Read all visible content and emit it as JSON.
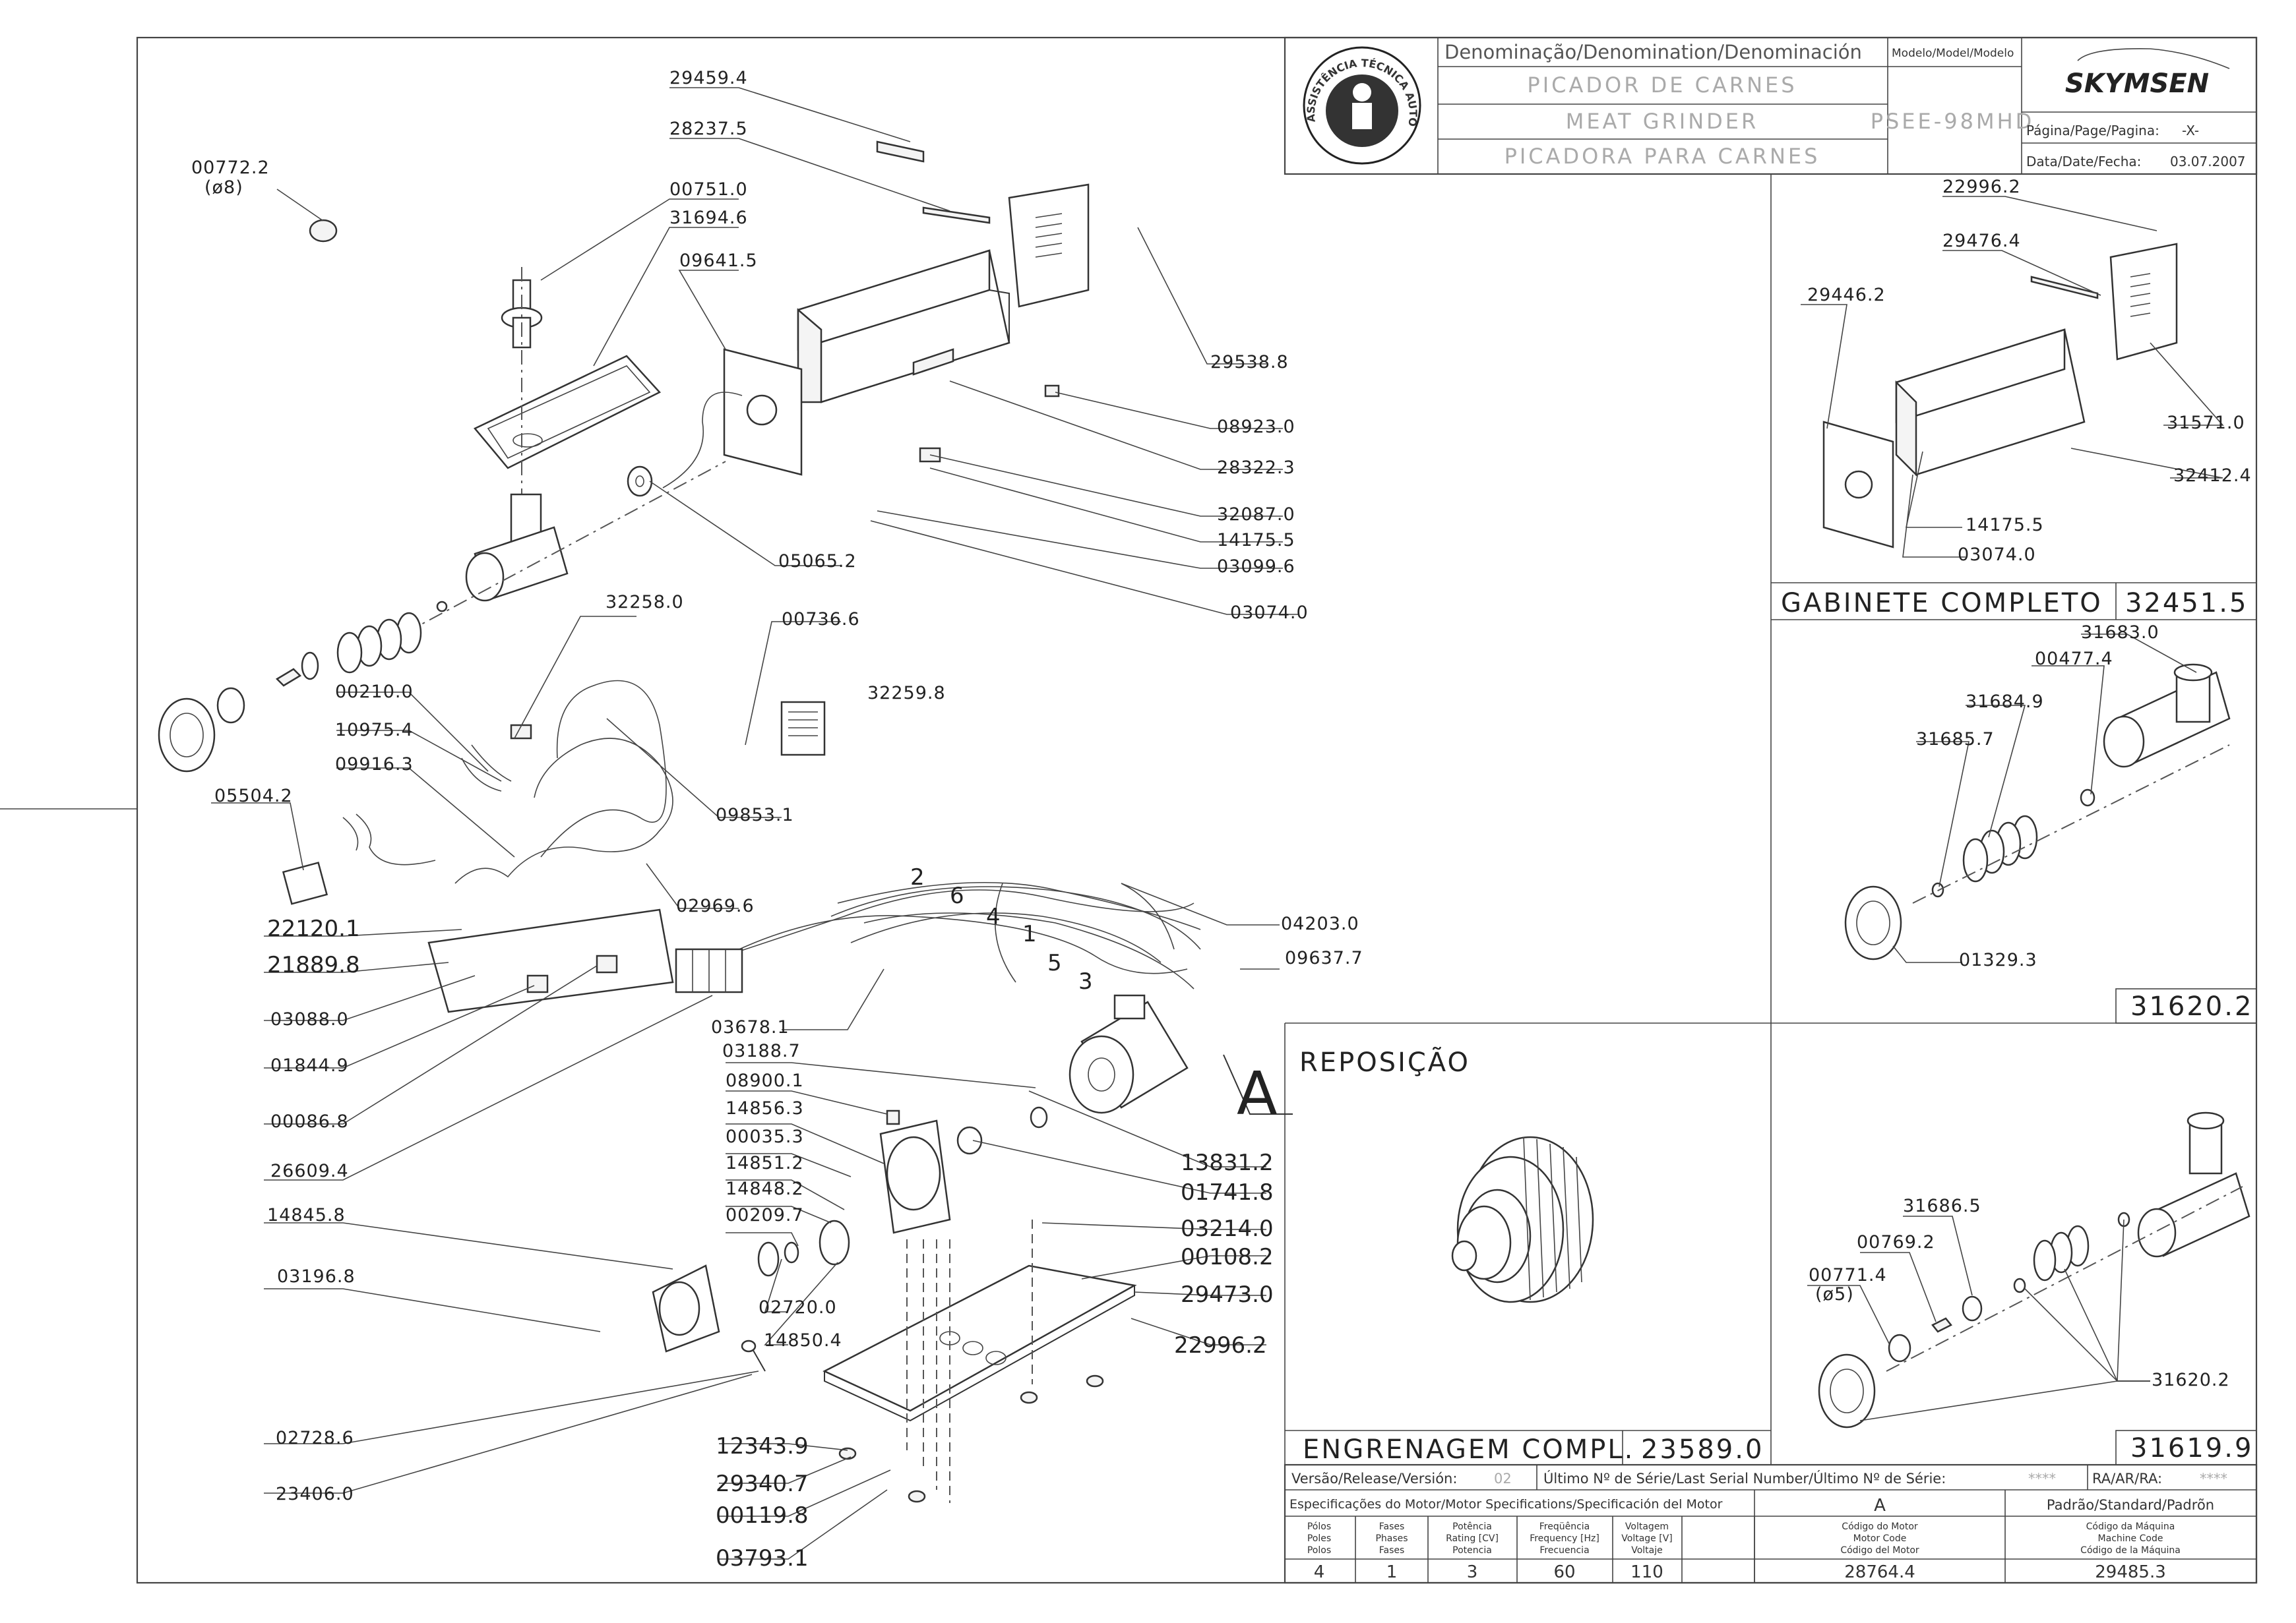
{
  "header": {
    "denomination_label": "Denominação/Denomination/Denominación",
    "model_label": "Modelo/Model/Modelo",
    "name_pt": "PICADOR DE CARNES",
    "name_en": "MEAT GRINDER",
    "name_es": "PICADORA  PARA CARNES",
    "model_value": "PSEE-98MHD",
    "brand": "SKYMSEN",
    "page_label": "Página/Page/Pagina:",
    "page_value": "-X-",
    "date_label": "Data/Date/Fecha:",
    "date_value": "03.07.2007",
    "seal_text": "ASSISTÊNCIA TÉCNICA AUTORIZADA"
  },
  "main_parts": [
    "29459.4",
    "28237.5",
    "00772.2",
    "(ø8)",
    "00751.0",
    "31694.6",
    "09641.5",
    "29538.8",
    "08923.0",
    "28322.3",
    "32087.0",
    "14175.5",
    "03099.6",
    "03074.0",
    "05065.2",
    "32258.0",
    "00736.6",
    "32259.8",
    "00210.0",
    "10975.4",
    "09916.3",
    "09853.1",
    "05504.2",
    "02969.6",
    "22120.1",
    "21889.8",
    "03088.0",
    "01844.9",
    "00086.8",
    "26609.4",
    "04203.0",
    "09637.7",
    "03678.1",
    "03188.7",
    "08900.1",
    "14856.3",
    "00035.3",
    "14851.2",
    "14848.2",
    "00209.7",
    "14845.8",
    "03196.8",
    "02720.0",
    "14850.4",
    "13831.2",
    "01741.8",
    "03214.0",
    "00108.2",
    "29473.0",
    "22996.2",
    "02728.6",
    "23406.0",
    "12343.9",
    "29340.7",
    "00119.8",
    "03793.1"
  ],
  "wire_numbers": [
    "2",
    "6",
    "4",
    "1",
    "5",
    "3"
  ],
  "motor_label": "A",
  "cabinet": {
    "parts": [
      "22996.2",
      "29476.4",
      "29446.2",
      "31571.0",
      "32412.4",
      "14175.5",
      "03074.0"
    ],
    "title": "GABINETE  COMPLETO",
    "code": "32451.5"
  },
  "head_alt1": {
    "parts": [
      "31683.0",
      "00477.4",
      "31684.9",
      "31685.7",
      "01329.3"
    ],
    "code": "31620.2"
  },
  "head_alt2": {
    "parts": [
      "31686.5",
      "00769.2",
      "00771.4",
      "(ø5)",
      "31620.2"
    ],
    "code": "31619.9"
  },
  "replacement": {
    "title": "REPOSIÇÃO",
    "name": "ENGRENAGEM  COMPL.",
    "code": "23589.0"
  },
  "footer": {
    "version_label": "Versão/Release/Versión:",
    "version_value": "02",
    "serial_label": "Último Nº de Série/Last Serial Number/Último Nº de Série:",
    "serial_value": "****",
    "ra_label": "RA/AR/RA:",
    "ra_value": "****",
    "motor_spec_label": "Especificações do Motor/Motor Specifications/Specificación del Motor",
    "motor_col": "A",
    "standard_label": "Padrão/Standard/Padrõn",
    "cols": [
      [
        "Pólos",
        "Poles",
        "Polos"
      ],
      [
        "Fases",
        "Phases",
        "Fases"
      ],
      [
        "Potência",
        "Rating [CV]",
        "Potencia"
      ],
      [
        "Freqüência",
        "Frequency [Hz]",
        "Frecuencia"
      ],
      [
        "Voltagem",
        "Voltage [V]",
        "Voltaje"
      ],
      [
        "Código do Motor",
        "Motor Code",
        "Código del Motor"
      ],
      [
        "Código da Máquina",
        "Machine Code",
        "Código de la Máquina"
      ]
    ],
    "values": [
      "4",
      "1",
      "3",
      "60",
      "110",
      "28764.4",
      "29485.3"
    ]
  }
}
